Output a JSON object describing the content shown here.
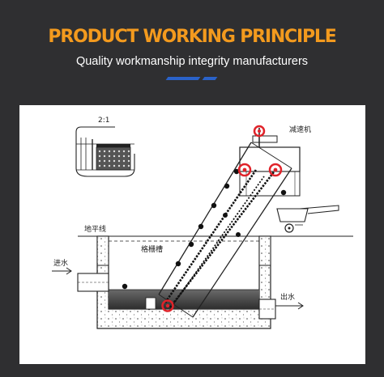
{
  "header": {
    "title": "PRODUCT WORKING PRINCIPLE",
    "subtitle": "Quality workmanship integrity manufacturers"
  },
  "colors": {
    "background": "#2f2f31",
    "title": "#f39a1e",
    "accent": "#2a62c9",
    "highlight": "#e0232a"
  },
  "diagram": {
    "detail_scale": "2:1",
    "labels": {
      "reducer": "减速机",
      "ground_line": "地平线",
      "grille_channel": "格栅槽",
      "water_inlet": "进水",
      "water_outlet": "出水"
    }
  }
}
